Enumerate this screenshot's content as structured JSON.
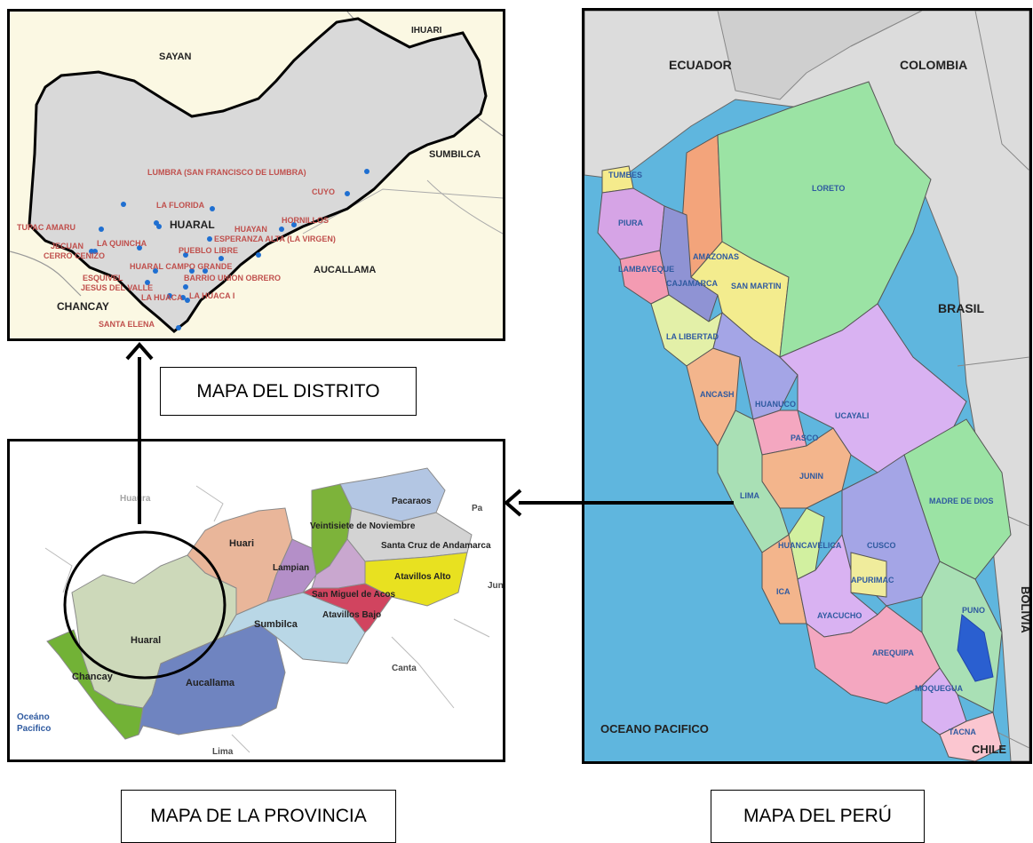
{
  "captions": {
    "district": "MAPA DEL DISTRITO",
    "province": "MAPA DE LA PROVINCIA",
    "peru": "MAPA DEL PERÚ"
  },
  "district_map": {
    "neighbors": {
      "sayan": "SAYAN",
      "ihuari": "IHUARI",
      "sumbilca": "SUMBILCA",
      "aucallama": "AUCALLAMA",
      "chancay": "CHANCAY"
    },
    "center": "HUARAL",
    "places": {
      "lumbra": "LUMBRA (SAN FRANCISCO DE LUMBRA)",
      "cuyo": "CUYO",
      "la_florida": "LA FLORIDA",
      "tupac_amaru": "TUPAC AMARU",
      "huayan": "HUAYAN",
      "hornillos": "HORNILLOS",
      "esperanza": "ESPERANZA ALTA (LA VIRGEN)",
      "jecuan": "JECUAN",
      "la_quincha": "LA QUINCHA",
      "cerro_cenizo": "CERRO CENIZO",
      "pueblo_libre": "PUEBLO LIBRE",
      "huaral_campo": "HUARAL CAMPO GRANDE",
      "esquivel": "ESQUIVEL",
      "barrio_union": "BARRIO UNION OBRERO",
      "jesus_valle": "JESUS DEL VALLE",
      "la_huaca": "LA HUACA",
      "la_huaca_i": "LA HUACA I",
      "santa_elena": "SANTA ELENA"
    }
  },
  "province_map": {
    "districts": {
      "huaral": "Huaral",
      "chancay": "Chancay",
      "aucallama": "Aucallama",
      "sumbilca": "Sumbilca",
      "huari": "Huari",
      "lampian": "Lampian",
      "veintisiete": "Veintisiete de Noviembre",
      "pacaraos": "Pacaraos",
      "santa_cruz": "Santa Cruz de Andamarca",
      "atavillos_alto": "Atavillos Alto",
      "san_miguel": "San Miguel de Acos",
      "atavillos_bajo": "Atavillos Bajo"
    },
    "context": {
      "huaura": "Huaura",
      "canta": "Canta",
      "lima": "Lima",
      "jun": "Jun",
      "pa": "Pa",
      "oceano": "Oceáno",
      "pacifico": "Pacifico"
    }
  },
  "peru_map": {
    "countries": {
      "ecuador": "ECUADOR",
      "colombia": "COLOMBIA",
      "brasil": "BRASIL",
      "bolivia": "BOLIVIA",
      "chile": "CHILE",
      "ocean": "OCEANO PACIFICO"
    },
    "regions": {
      "tumbes": "TUMBES",
      "piura": "PIURA",
      "lambayeque": "LAMBAYEQUE",
      "amazonas": "AMAZONAS",
      "cajamarca": "CAJAMARCA",
      "san_martin": "SAN MARTIN",
      "loreto": "LORETO",
      "la_libertad": "LA LIBERTAD",
      "ancash": "ANCASH",
      "huanuco": "HUANUCO",
      "ucayali": "UCAYALI",
      "pasco": "PASCO",
      "junin": "JUNIN",
      "lima": "LIMA",
      "madre_de_dios": "MADRE DE DIOS",
      "huancavelica": "HUANCAVELICA",
      "cusco": "CUSCO",
      "ica": "ICA",
      "apurimac": "APURIMAC",
      "ayacucho": "AYACUCHO",
      "puno": "PUNO",
      "arequipa": "AREQUIPA",
      "moquegua": "MOQUEGUA",
      "tacna": "TACNA"
    }
  },
  "colors": {
    "district_fill": "#d9d9d9",
    "district_bg": "#fbf8e3",
    "ocean": "#5fb6de",
    "dot": "#1f6fd1"
  }
}
